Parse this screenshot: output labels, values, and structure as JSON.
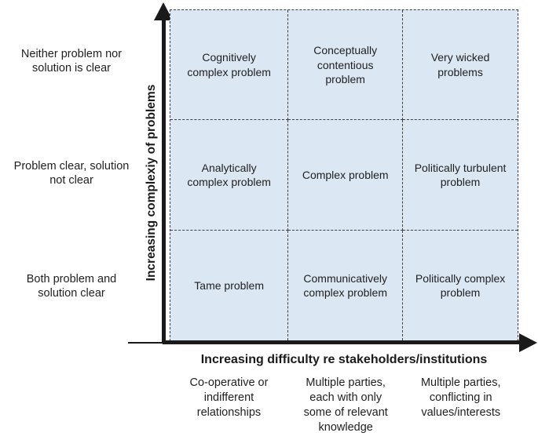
{
  "diagram": {
    "y_axis": {
      "label": "Increasing complexiy of problems",
      "row_labels": [
        "Neither problem nor solution is clear",
        "Problem clear, solution not clear",
        "Both problem and solution clear"
      ]
    },
    "x_axis": {
      "label": "Increasing difficulty re stakeholders/institutions",
      "col_labels": [
        "Co-operative or indifferent relationships",
        "Multiple parties, each with only some of relevant knowledge",
        "Multiple parties, conflicting in values/interests"
      ]
    },
    "cells": [
      "Cognitively complex problem",
      "Conceptually contentious problem",
      "Very wicked problems",
      "Analytically complex problem",
      "Complex problem",
      "Politically turbulent problem",
      "Tame problem",
      "Communicatively complex problem",
      "Politically complex problem"
    ],
    "colors": {
      "cell_bg": "#dbe7f3",
      "grid_border": "#3f3f3f",
      "axis": "#1a1a1a",
      "text": "#1f1f1f"
    }
  }
}
